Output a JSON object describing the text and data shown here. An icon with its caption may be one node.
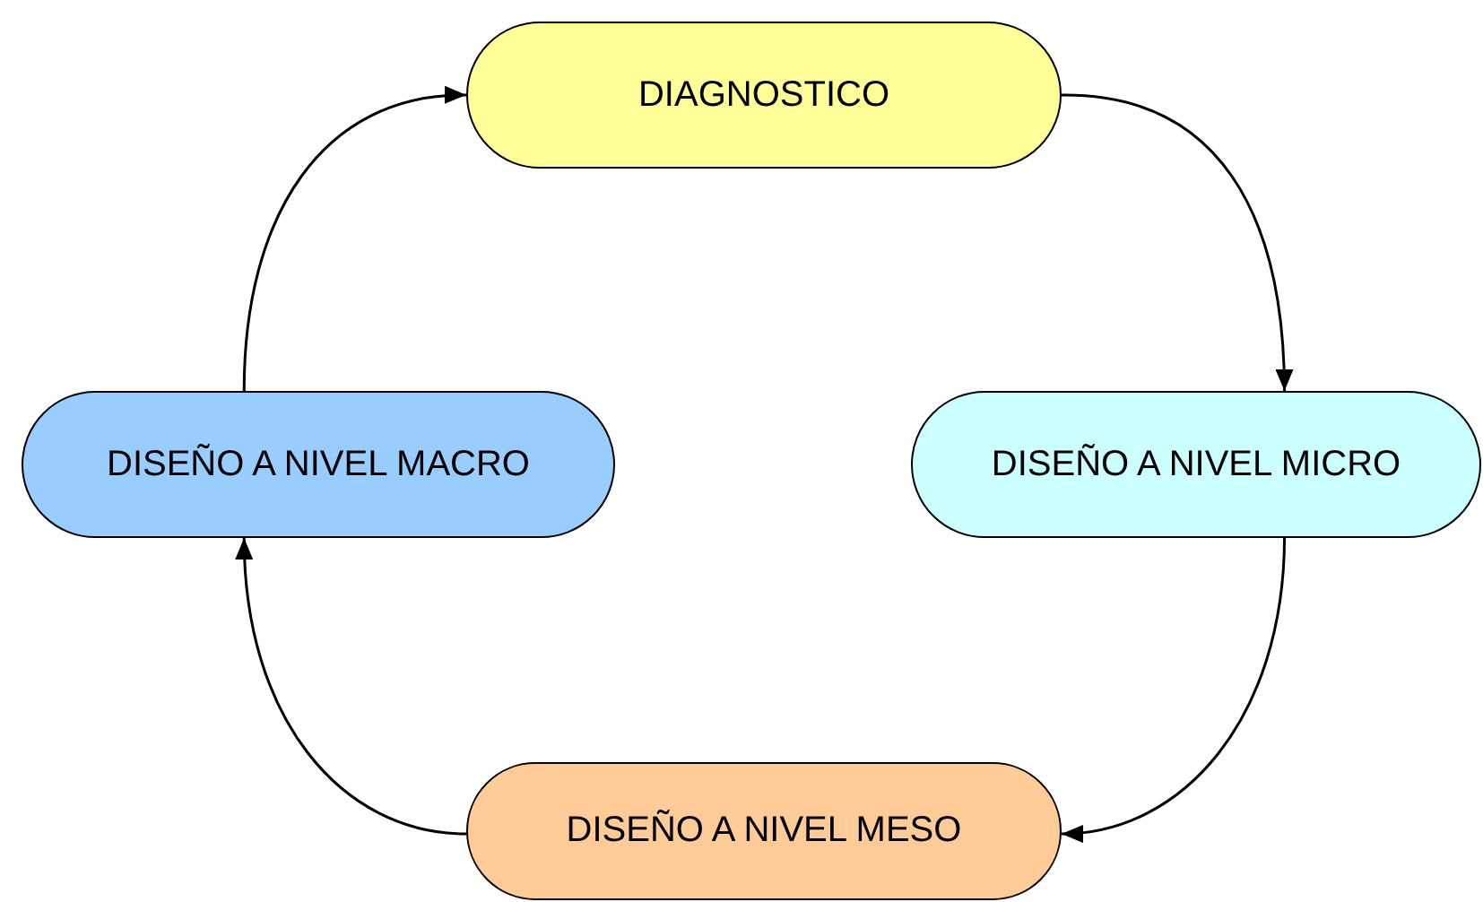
{
  "diagram": {
    "nodes": [
      {
        "text": [
          "DIAGNOSTICO"
        ]
      },
      {
        "text": [
          "DISEÑO A NIVEL MICRO"
        ]
      },
      {
        "text": [
          "DISEÑO A NIVEL MESO"
        ]
      },
      {
        "text": [
          "DISEÑO A NIVEL MACRO"
        ]
      }
    ],
    "edges": [
      {
        "from": 0,
        "to": 1,
        "arrow": "to"
      },
      {
        "from": 1,
        "to": 2,
        "arrow": "to"
      },
      {
        "from": 2,
        "to": 3,
        "arrow": "to"
      },
      {
        "from": 3,
        "to": 0,
        "arrow": "to"
      }
    ]
  }
}
